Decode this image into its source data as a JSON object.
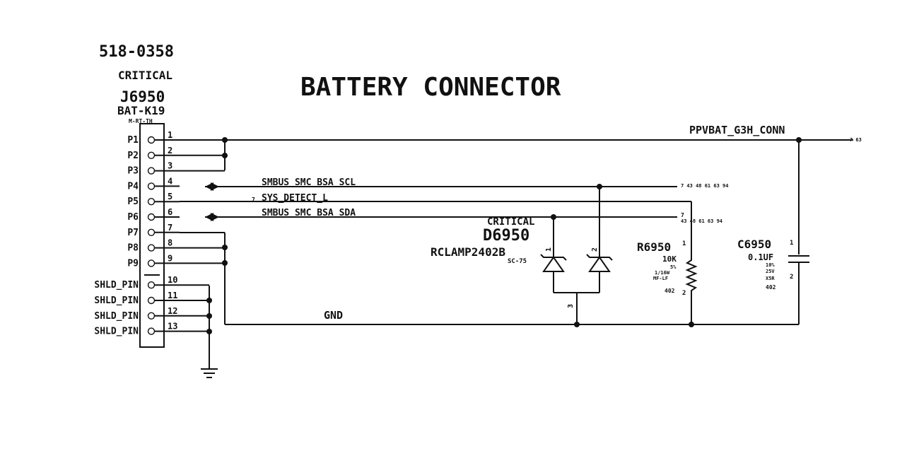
{
  "part_number": "518-0358",
  "page_title": "BATTERY CONNECTOR",
  "connector": {
    "critical_label": "CRITICAL",
    "refdes": "J6950",
    "value": "BAT-K19",
    "footprint": "M-RT-TH",
    "pins": [
      {
        "num": "1",
        "name": "P1"
      },
      {
        "num": "2",
        "name": "P2"
      },
      {
        "num": "3",
        "name": "P3"
      },
      {
        "num": "4",
        "name": "P4"
      },
      {
        "num": "5",
        "name": "P5"
      },
      {
        "num": "6",
        "name": "P6"
      },
      {
        "num": "7",
        "name": "P7"
      },
      {
        "num": "8",
        "name": "P8"
      },
      {
        "num": "9",
        "name": "P9"
      },
      {
        "num": "10",
        "name": "SHLD_PIN"
      },
      {
        "num": "11",
        "name": "SHLD_PIN"
      },
      {
        "num": "12",
        "name": "SHLD_PIN"
      },
      {
        "num": "13",
        "name": "SHLD_PIN"
      }
    ]
  },
  "nets": {
    "ppvbat": "PPVBAT_G3H_CONN",
    "ppvbat_refs": "7 63",
    "smbus_scl": "SMBUS_SMC_BSA_SCL",
    "scl_refs": "7 43 48 61 63 94",
    "sys_detect": "SYS_DETECT_L",
    "sys_detect_ref": "7",
    "smbus_sda": "SMBUS_SMC_BSA_SDA",
    "sda_refs_1": "7",
    "sda_refs_2": "43 48 61 63 94",
    "gnd": "GND"
  },
  "diode": {
    "critical_label": "CRITICAL",
    "refdes": "D6950",
    "value": "RCLAMP2402B",
    "package": "SC-75",
    "pin1": "1",
    "pin2": "2",
    "pin3": "3"
  },
  "resistor": {
    "refdes": "R6950",
    "pin1": "1",
    "pin2": "2",
    "value": "10K",
    "tolerance": "5%",
    "power": "1/16W",
    "type": "MF-LF",
    "size": "402"
  },
  "capacitor": {
    "refdes": "C6950",
    "pin1": "1",
    "pin2": "2",
    "value": "0.1UF",
    "tolerance": "10%",
    "voltage": "25V",
    "dielectric": "X5R",
    "size": "402"
  }
}
